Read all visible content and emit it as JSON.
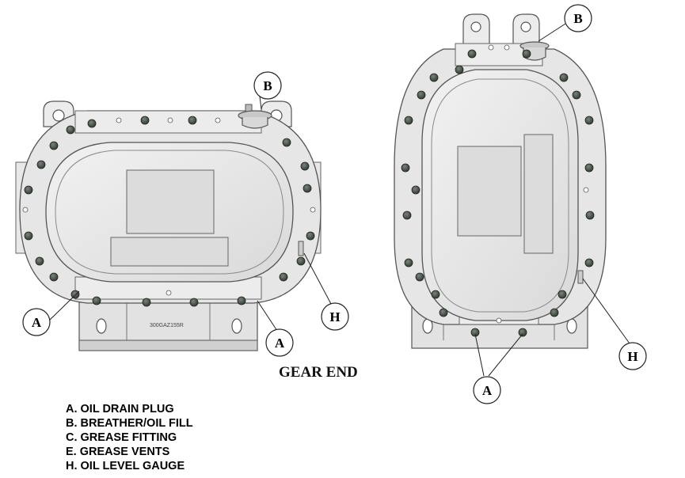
{
  "caption": "GEAR END",
  "legend": [
    "A. OIL  DRAIN PLUG",
    "B. BREATHER/OIL FILL",
    "C. GREASE FITTING",
    "E. GREASE VENTS",
    "H. OIL LEVEL GAUGE"
  ],
  "left_view": {
    "part_number": "300GAZ155R",
    "callouts": {
      "a1": "A",
      "a2": "A",
      "b": "B",
      "h": "H"
    }
  },
  "right_view": {
    "callouts": {
      "a": "A",
      "b": "B",
      "h": "H"
    }
  },
  "colors": {
    "body_fill": "#e6e6e6",
    "body_stroke": "#555555",
    "bolt": "#3f4a3f",
    "callout_stroke": "#222222"
  }
}
